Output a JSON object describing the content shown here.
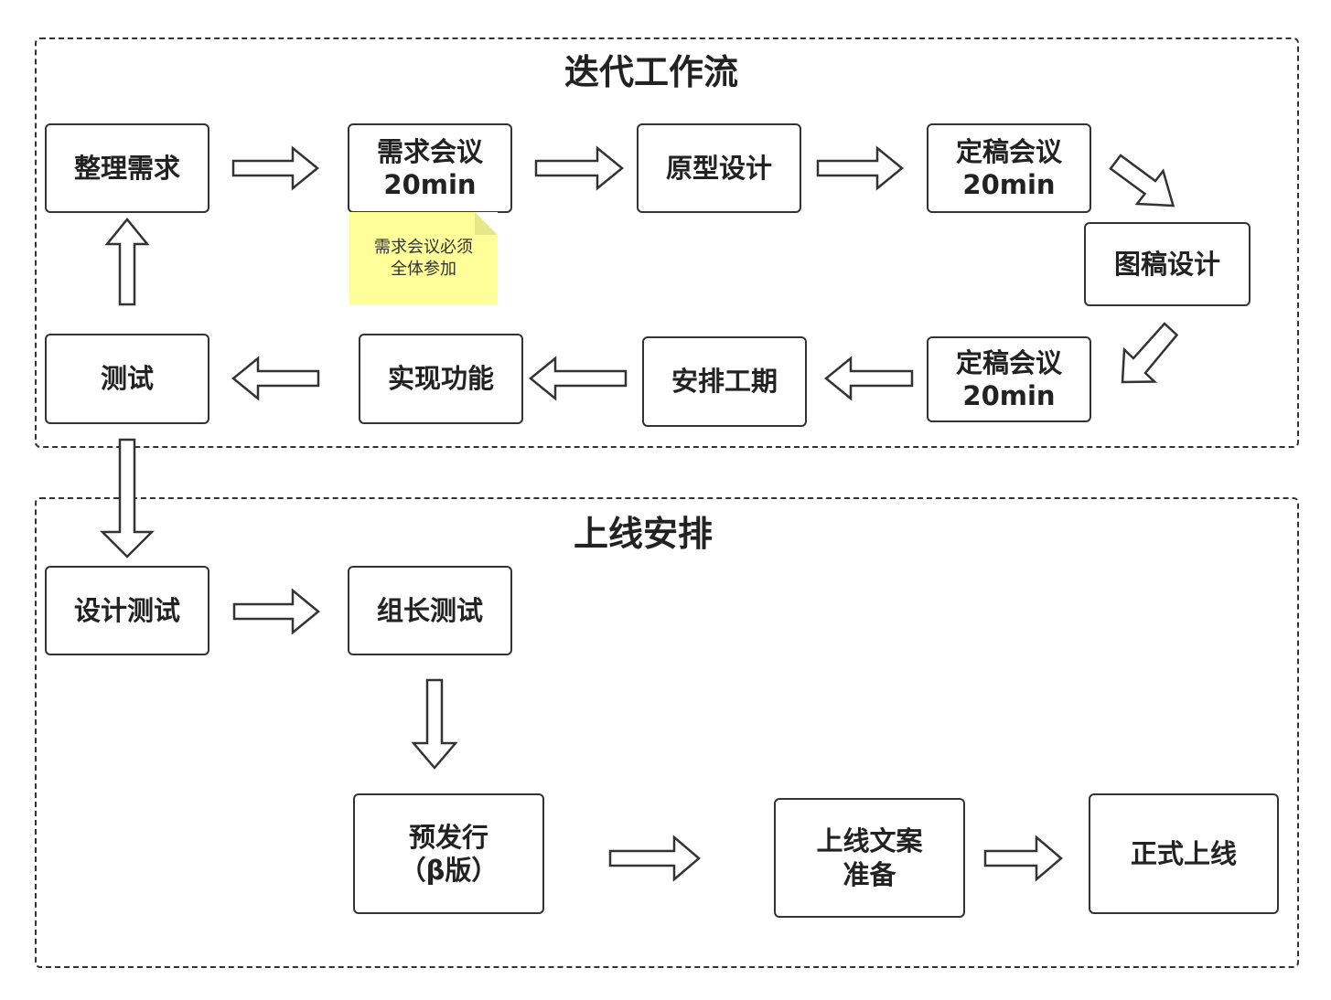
{
  "groups": {
    "iteration": {
      "title": "迭代工作流"
    },
    "launch": {
      "title": "上线安排"
    }
  },
  "nodes": {
    "organize_requirements": [
      "整理需求"
    ],
    "requirements_meeting": [
      "需求会议",
      "20min"
    ],
    "prototype_design": [
      "原型设计"
    ],
    "finalize_meeting_1": [
      "定稿会议",
      "20min"
    ],
    "visual_design": [
      "图稿设计"
    ],
    "finalize_meeting_2": [
      "定稿会议",
      "20min"
    ],
    "schedule": [
      "安排工期"
    ],
    "implement": [
      "实现功能"
    ],
    "testing": [
      "测试"
    ],
    "design_testing": [
      "设计测试"
    ],
    "lead_testing": [
      "组长测试"
    ],
    "prerelease": [
      "预发行",
      "（β版）"
    ],
    "launch_copy": [
      "上线文案",
      "准备"
    ],
    "official_launch": [
      "正式上线"
    ]
  },
  "note": {
    "lines": [
      "需求会议必须",
      "全体参加"
    ]
  },
  "colors": {
    "stroke": "#333333",
    "note_fill": "#ffff99",
    "note_fold": "#e6e68a",
    "text": "#222222"
  }
}
